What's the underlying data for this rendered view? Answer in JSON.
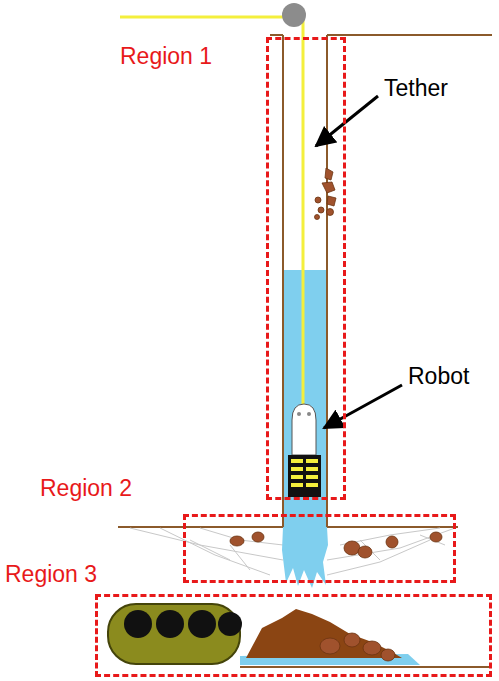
{
  "diagram": {
    "nodes": [
      {
        "text": [
          "Region 1"
        ]
      },
      {
        "text": [
          "Region 2"
        ]
      },
      {
        "text": [
          "Region 3"
        ]
      }
    ],
    "labels": [
      "Tether",
      "Robot"
    ]
  }
}
